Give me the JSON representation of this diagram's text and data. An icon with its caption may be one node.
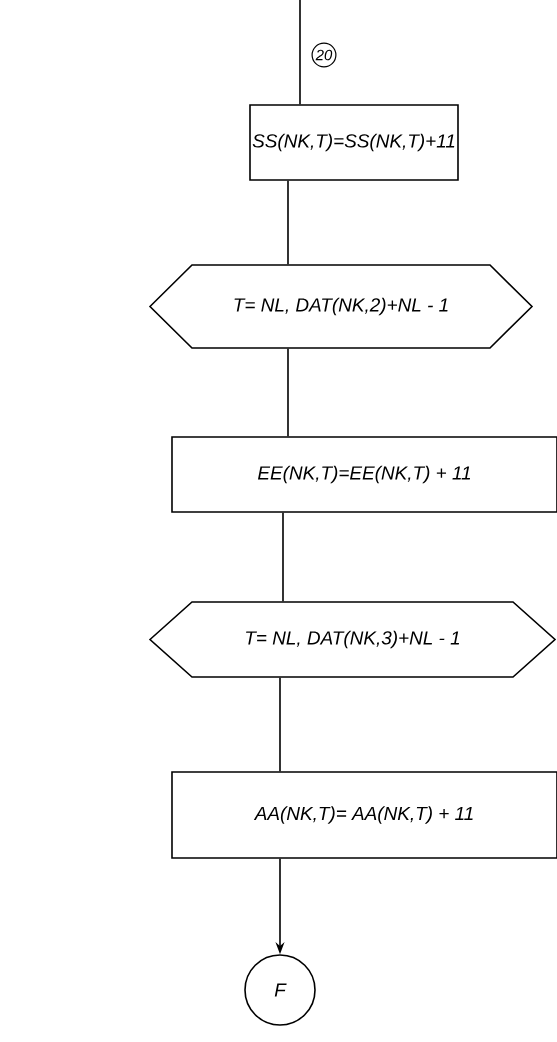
{
  "diagram": {
    "nodes": [
      {
        "text": [
          "SS(NK,T)=SS(NK,T)+11"
        ]
      },
      {
        "text": [
          "T= NL, DAT(NK,2)+NL - 1"
        ]
      },
      {
        "text": [
          "EE(NK,T)=EE(NK,T) + 11"
        ]
      },
      {
        "text": [
          "T= NL, DAT(NK,3)+NL - 1"
        ]
      },
      {
        "text": [
          "AA(NK,T)= AA(NK,T) + 11"
        ]
      },
      {
        "text": [
          "F"
        ]
      }
    ],
    "edges": [
      {
        "from": null,
        "to": 0,
        "arrow": "none",
        "label": "20"
      },
      {
        "from": 0,
        "to": 1,
        "arrow": "none"
      },
      {
        "from": 1,
        "to": 2,
        "arrow": "none"
      },
      {
        "from": 2,
        "to": 3,
        "arrow": "none"
      },
      {
        "from": 3,
        "to": 4,
        "arrow": "none"
      },
      {
        "from": 4,
        "to": 5,
        "arrow": "to"
      }
    ]
  }
}
